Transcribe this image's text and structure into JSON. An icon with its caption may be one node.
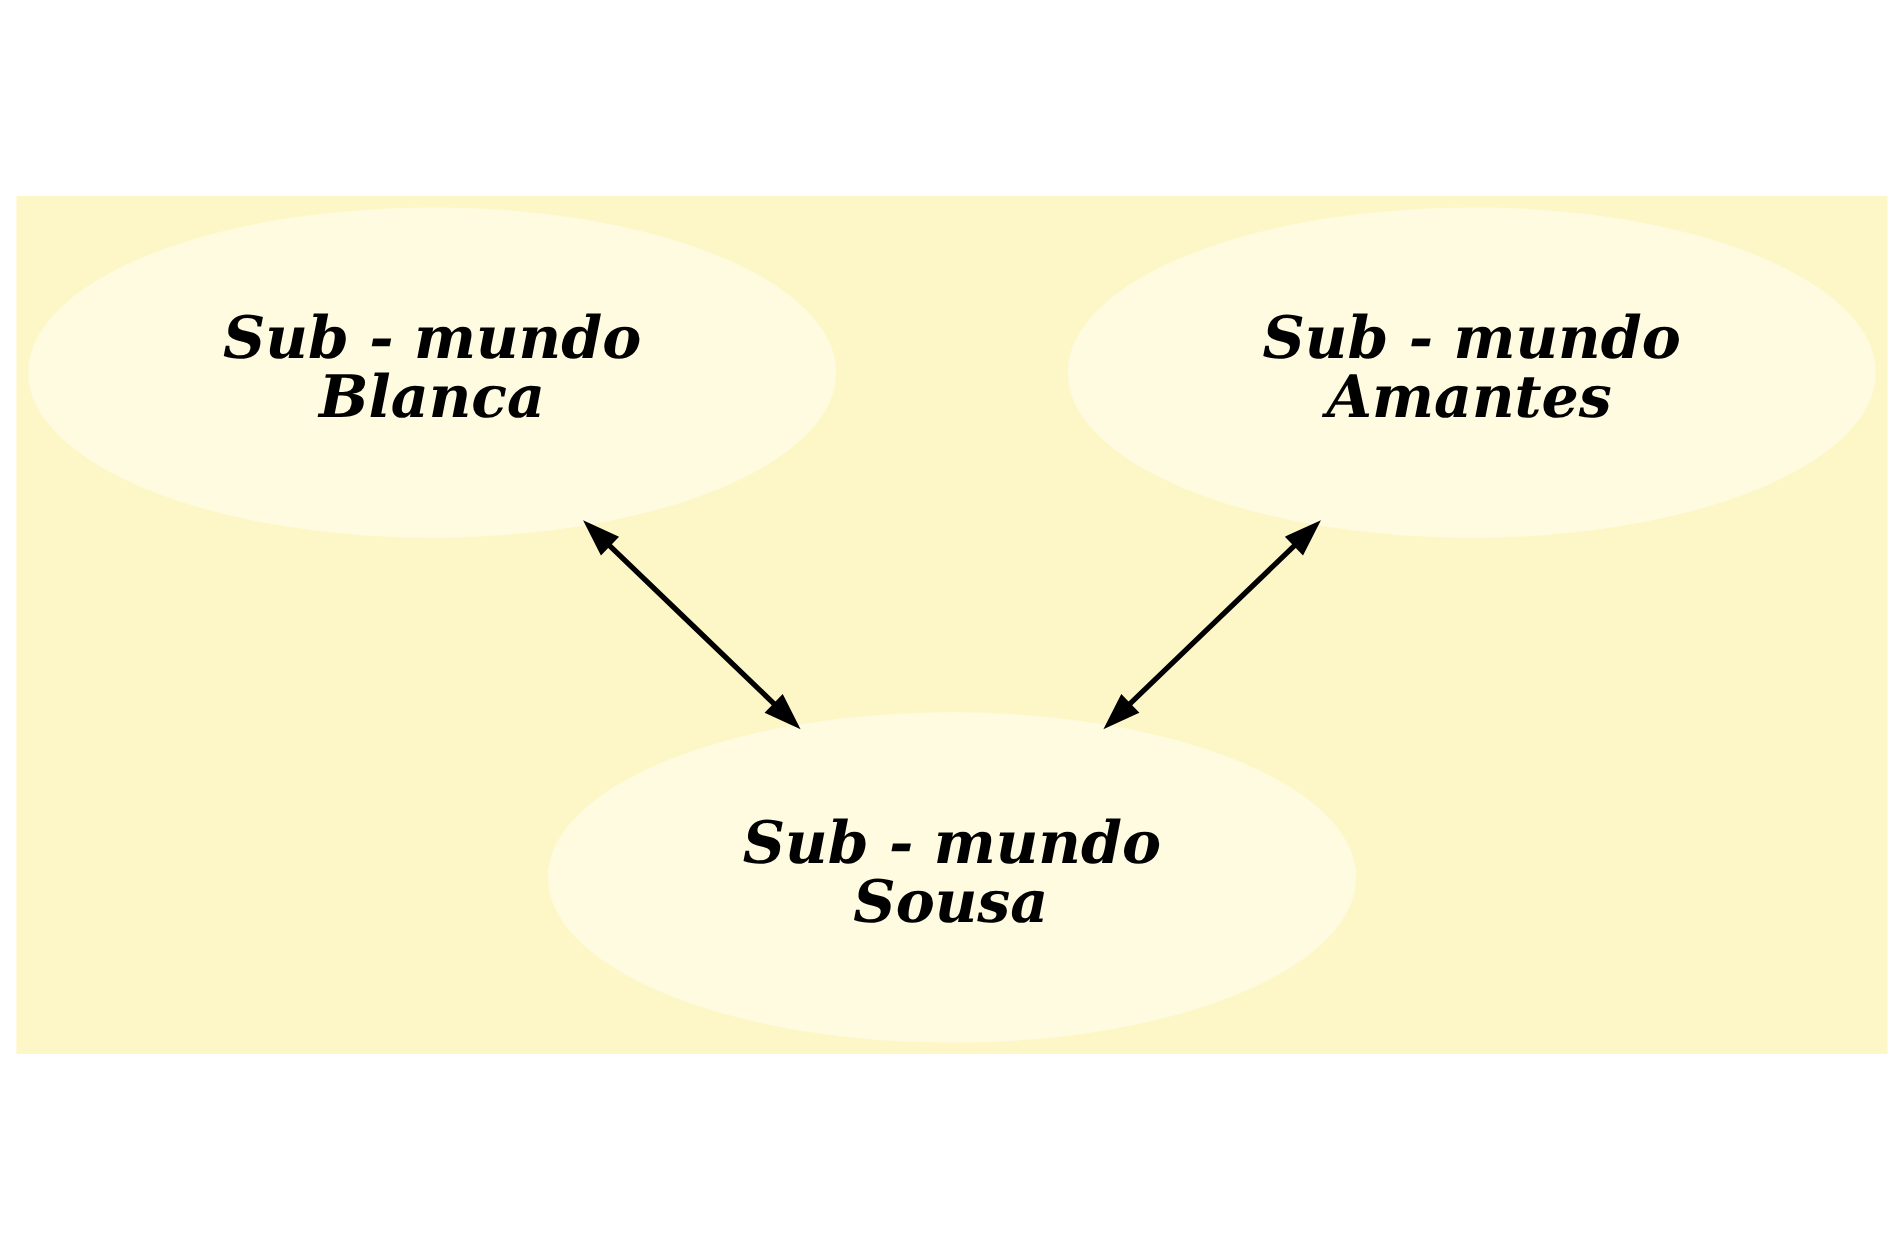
{
  "diagram": {
    "nodes": [
      {
        "text": [
          "Sub - mundo",
          "Blanca"
        ]
      },
      {
        "text": [
          "Sub - mundo",
          "Amantes"
        ]
      },
      {
        "text": [
          "Sub - mundo",
          "Sousa"
        ]
      }
    ],
    "edges": [
      {
        "from": 0,
        "to": 2,
        "arrow": "both"
      },
      {
        "from": 1,
        "to": 2,
        "arrow": "both"
      }
    ]
  }
}
